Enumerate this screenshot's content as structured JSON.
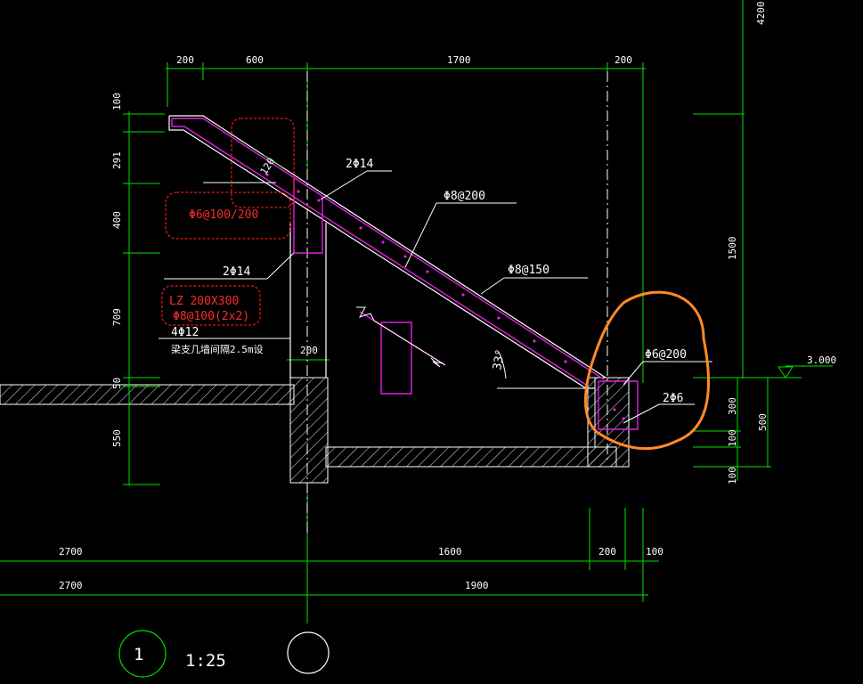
{
  "drawing": {
    "top_dims": [
      "200",
      "600",
      "1700",
      "200"
    ],
    "bottom_dims_row1": [
      "2700",
      "1600",
      "200",
      "100"
    ],
    "bottom_dims_row2": [
      "2700",
      "1900"
    ],
    "left_dims": [
      "100",
      "291",
      "400",
      "709",
      "50",
      "550"
    ],
    "right_dims": [
      "4200",
      "1500",
      "300",
      "500",
      "100",
      "100"
    ],
    "level_mark": "3.000",
    "labels": {
      "rebar_top_beam": "2Φ14",
      "rebar_diag": "Φ8@200",
      "rebar_dist": "Φ8@150",
      "rebar_bottom_beam": "2Φ14",
      "stirrup_note": "Φ6@100/200",
      "column_name": "LZ 200X300",
      "column_stirrup": "Φ8@100(2x2)",
      "column_bars": "4Φ12",
      "note": "梁支几墙间隔2.5m设",
      "thickness": "120",
      "angle": "33°",
      "right_stirrup": "Φ6@200",
      "right_bars": "2Φ6",
      "small_dim": "200"
    },
    "detail_number": "1",
    "scale": "1:25"
  }
}
